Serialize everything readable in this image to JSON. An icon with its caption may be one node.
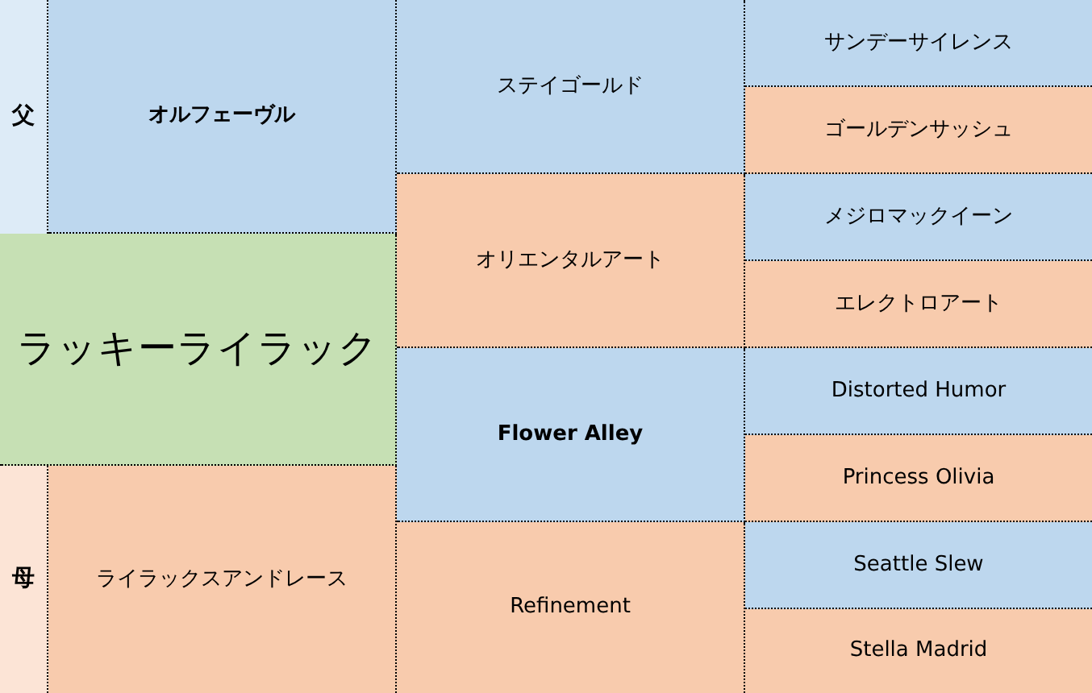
{
  "diagram": {
    "nodes": [
      {
        "text": [
          "父"
        ]
      },
      {
        "text": [
          "オルフェーヴル"
        ]
      },
      {
        "text": [
          "ステイゴールド"
        ]
      },
      {
        "text": [
          "サンデーサイレンス"
        ]
      },
      {
        "text": [
          "ゴールデンサッシュ"
        ]
      },
      {
        "text": [
          "オリエンタルアート"
        ]
      },
      {
        "text": [
          "メジロマックイーン"
        ]
      },
      {
        "text": [
          "エレクトロアート"
        ]
      },
      {
        "text": [
          "ラッキーライラック"
        ]
      },
      {
        "text": [
          "Flower Alley"
        ]
      },
      {
        "text": [
          "Distorted Humor"
        ]
      },
      {
        "text": [
          "Princess Olivia"
        ]
      },
      {
        "text": [
          "母"
        ]
      },
      {
        "text": [
          "ライラックスアンドレース"
        ]
      },
      {
        "text": [
          "Refinement"
        ]
      },
      {
        "text": [
          "Seattle Slew"
        ]
      },
      {
        "text": [
          "Stella Madrid"
        ]
      }
    ]
  }
}
